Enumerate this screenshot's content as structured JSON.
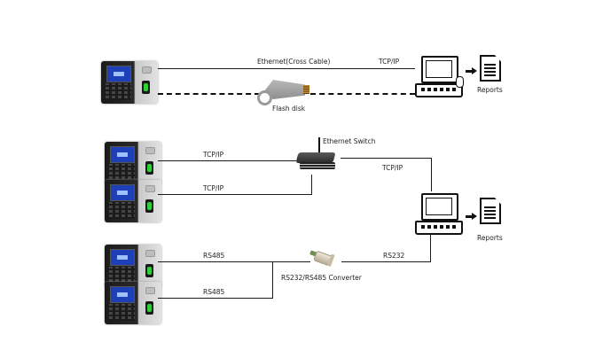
{
  "diagram": {
    "sections": [
      {
        "id": "direct-connection",
        "devices": [
          {
            "type": "fingerprint-terminal"
          }
        ],
        "links": [
          {
            "label": "Ethernet(Cross Cable)",
            "style": "solid",
            "to": "computer"
          },
          {
            "label": "TCP/IP",
            "style": "solid",
            "to": "computer"
          },
          {
            "style": "dashed",
            "via": "Flash disk",
            "to": "computer"
          }
        ],
        "media": {
          "flash_disk_label": "Flash disk"
        },
        "computer": {
          "output_label": "Reports"
        }
      },
      {
        "id": "network-connection",
        "terminal_links": [
          {
            "label": "TCP/IP"
          },
          {
            "label": "TCP/IP"
          }
        ],
        "hub_label": "Ethernet Switch",
        "uplink_label": "TCP/IP",
        "computer": {
          "output_label": "Reports"
        }
      },
      {
        "id": "serial-connection",
        "terminal_links": [
          {
            "label": "RS485"
          },
          {
            "label": "RS485"
          }
        ],
        "converter_label": "RS232/RS485 Converter",
        "uplink_label": "RS232"
      }
    ],
    "labels": {
      "ethernet_cross": "Ethernet(Cross Cable)",
      "tcpip_top": "TCP/IP",
      "flash_disk": "Flash disk",
      "reports_top": "Reports",
      "tcpip_t1": "TCP/IP",
      "tcpip_t2": "TCP/IP",
      "ethernet_switch": "Ethernet Switch",
      "tcpip_uplink": "TCP/IP",
      "reports_bottom": "Reports",
      "rs485_t1": "RS485",
      "rs485_t2": "RS485",
      "converter": "RS232/RS485 Converter",
      "rs232": "RS232"
    }
  }
}
